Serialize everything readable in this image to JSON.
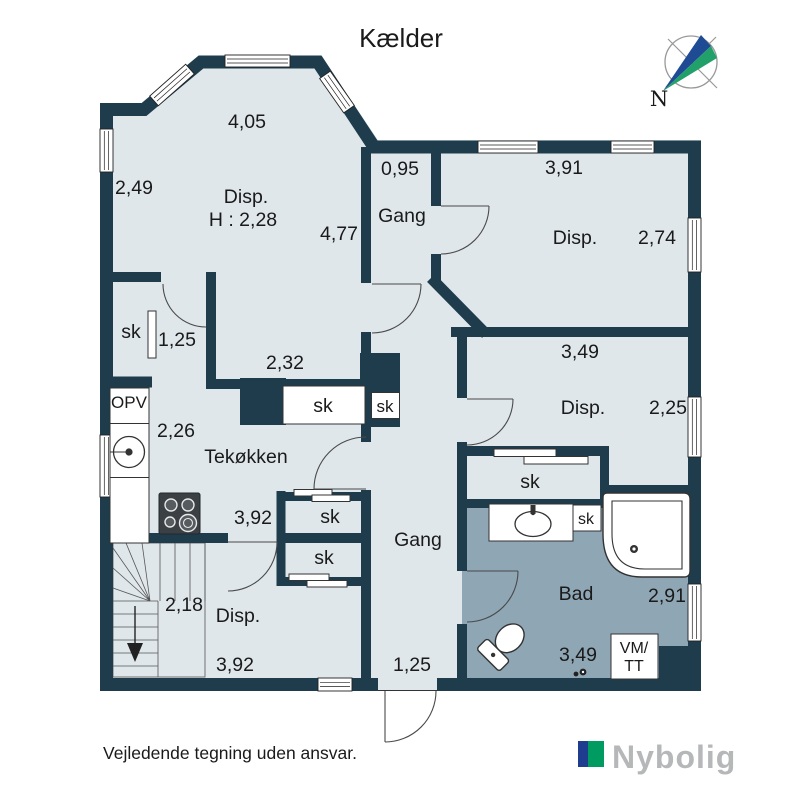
{
  "title": "Kælder",
  "compass": {
    "north_label": "N"
  },
  "rooms": {
    "disp_nw": {
      "name": "Disp.",
      "ceiling_height": "H : 2,28",
      "width_top": "4,05",
      "width_left": "2,49",
      "length_right": "4,77",
      "width_lower": "2,32"
    },
    "closet_nw": {
      "name": "sk",
      "depth": "1,25"
    },
    "gang_upper": {
      "name": "Gang",
      "width": "0,95"
    },
    "disp_ne": {
      "name": "Disp.",
      "width": "3,91",
      "depth": "2,74"
    },
    "disp_e": {
      "name": "Disp.",
      "width": "3,49",
      "depth": "2,25"
    },
    "tekokken": {
      "name": "Tekøkken",
      "width": "2,26",
      "width_bottom": "3,92",
      "dishwasher": "OPV"
    },
    "closet_big": "sk",
    "closet_small_right": "sk",
    "closet_center_upper": "sk",
    "closet_center_lower": "sk",
    "gang_lower": {
      "name": "Gang",
      "width": "1,25"
    },
    "bath": {
      "name": "Bad",
      "width": "3,49",
      "depth": "2,91",
      "closet_row": "sk",
      "closet_small": "sk",
      "washer_line1": "VM/",
      "washer_line2": "TT"
    },
    "disp_sw": {
      "name": "Disp.",
      "width": "3,92",
      "stair_width": "2,18"
    }
  },
  "footer": {
    "disclaimer": "Vejledende tegning uden ansvar.",
    "brand": "Nybolig"
  },
  "colors": {
    "wall": "#1e3c4c",
    "room_fill": "#dfe7eb",
    "bathroom_fill": "#8fa6b5",
    "compass_blue": "#1e4b94",
    "compass_green": "#22a06a",
    "brand_blue": "#1e3d8f",
    "brand_green": "#009b60",
    "brand_text": "#b5b7b9"
  }
}
